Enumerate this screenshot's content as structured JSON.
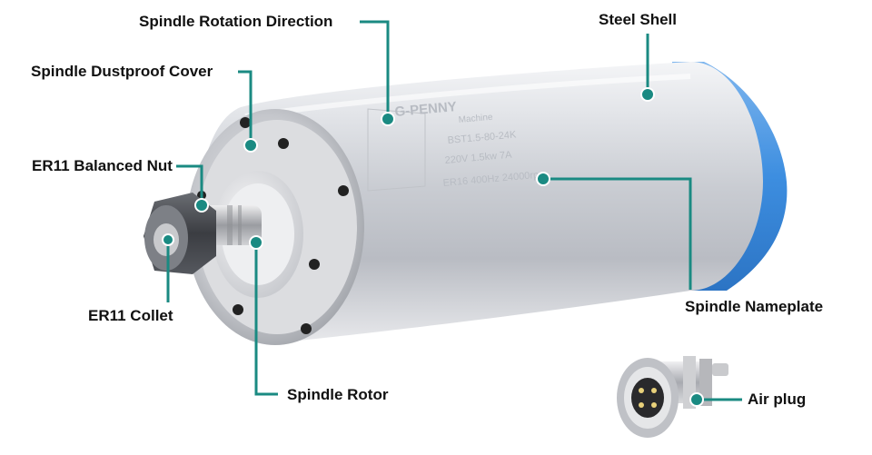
{
  "colors": {
    "leader": "#1a8a82",
    "cap": "#3d8ee0",
    "shell": "#d3d6dc",
    "text": "#111111"
  },
  "nameplate": {
    "brand": "G-PENNY",
    "subtitle": "Machine",
    "model": "BST1.5-80-24K",
    "rating": "220V 1.5kw 7A",
    "collet": "ER16 400Hz 24000rpm"
  },
  "labels": {
    "rotation_direction": "Spindle Rotation Direction",
    "steel_shell": "Steel Shell",
    "dustproof_cover": "Spindle Dustproof Cover",
    "balanced_nut": "ER11 Balanced Nut",
    "collet": "ER11 Collet",
    "rotor": "Spindle Rotor",
    "nameplate": "Spindle Nameplate",
    "air_plug": "Air plug"
  }
}
